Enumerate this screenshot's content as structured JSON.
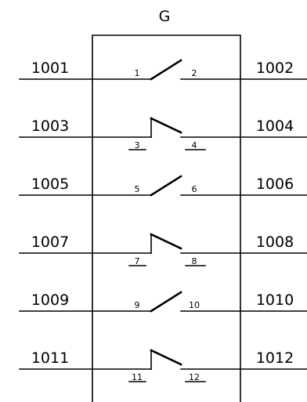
{
  "component": {
    "label": "G"
  },
  "contacts": [
    {
      "left_wire": "1001",
      "right_wire": "1002",
      "left_pin": "1",
      "right_pin": "2",
      "type": "normally-open"
    },
    {
      "left_wire": "1003",
      "right_wire": "1004",
      "left_pin": "3",
      "right_pin": "4",
      "type": "normally-closed"
    },
    {
      "left_wire": "1005",
      "right_wire": "1006",
      "left_pin": "5",
      "right_pin": "6",
      "type": "normally-open"
    },
    {
      "left_wire": "1007",
      "right_wire": "1008",
      "left_pin": "7",
      "right_pin": "8",
      "type": "normally-closed"
    },
    {
      "left_wire": "1009",
      "right_wire": "1010",
      "left_pin": "9",
      "right_pin": "10",
      "type": "normally-open"
    },
    {
      "left_wire": "1011",
      "right_wire": "1012",
      "left_pin": "11",
      "right_pin": "12",
      "type": "normally-closed"
    }
  ]
}
